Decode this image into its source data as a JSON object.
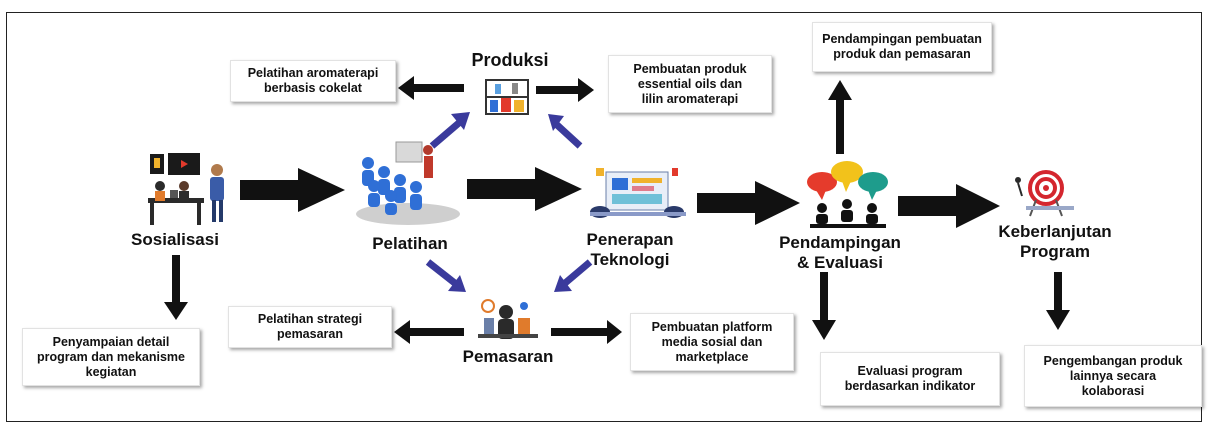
{
  "stages": {
    "sosialisasi": "Sosialisasi",
    "pelatihan": "Pelatihan",
    "penerapan": "Penerapan Teknologi",
    "pendampingan": "Pendampingan\n& Evaluasi",
    "keberlanjutan": "Keberlanjutan\nProgram",
    "produksi": "Produksi",
    "pemasaran": "Pemasaran"
  },
  "boxes": {
    "pelatihan_aromaterapi": "Pelatihan aromaterapi\nberbasis cokelat",
    "pembuatan_produk": "Pembuatan produk\nessential oils dan\nlilin aromaterapi",
    "pendampingan_pembuatan": "Pendampingan pembuatan\nproduk dan pemasaran",
    "penyampaian_detail": "Penyampaian detail\nprogram dan mekanisme\nkegiatan",
    "pelatihan_strategi": "Pelatihan strategi\npemasaran",
    "pembuatan_platform": "Pembuatan platform\nmedia sosial dan\nmarketplace",
    "evaluasi_program": "Evaluasi program\nberdasarkan indikator",
    "pengembangan_produk": "Pengembangan produk\nlainnya secara\nkolaborasi"
  },
  "colors": {
    "arrow_black": "#111111",
    "arrow_blue": "#3a3a9c",
    "bubble_red": "#e53b2c",
    "bubble_yellow": "#f2c21b",
    "bubble_teal": "#1e9c8c",
    "target_red": "#d4262e"
  }
}
